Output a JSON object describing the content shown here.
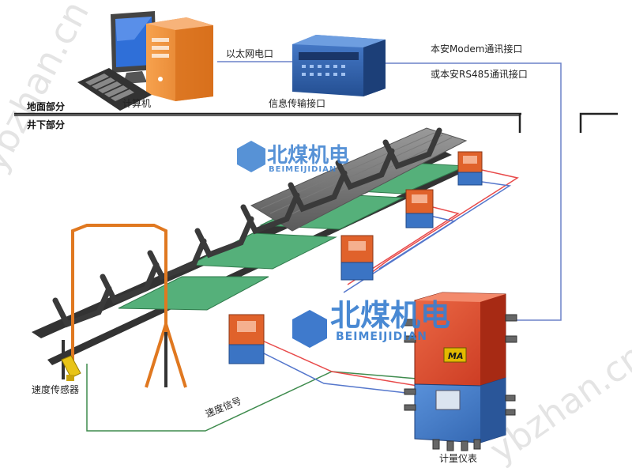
{
  "labels": {
    "computer": "计算机",
    "ethernet_port": "以太网电口",
    "info_interface": "信息传输接口",
    "modem_interface": "本安Modem通讯接口",
    "rs485_interface": "或本安RS485通讯接口",
    "surface_section": "地面部分",
    "underground_section": "井下部分",
    "speed_sensor": "速度传感器",
    "speed_signal": "速度信号",
    "meter": "计量仪表",
    "ma_mark": "MA"
  },
  "watermark": {
    "brand_cn": "北煤机电",
    "brand_en": "BEIMEIJIDIAN",
    "url_left": "ybzhan.cn",
    "url_right": "ybzhan.cn"
  },
  "colors": {
    "computer_case": "#f08a32",
    "screen": "#2f6fd8",
    "server": "#2d5fa8",
    "conveyor_frame": "#55b07a",
    "load_cell_box": "#e0622b",
    "meter_top": "#d84a2a",
    "meter_bottom": "#3b74c4",
    "signal_red": "#e84a4a",
    "signal_blue": "#5577cc",
    "signal_green": "#3e8b4d",
    "comm_line": "#6b82c9"
  }
}
